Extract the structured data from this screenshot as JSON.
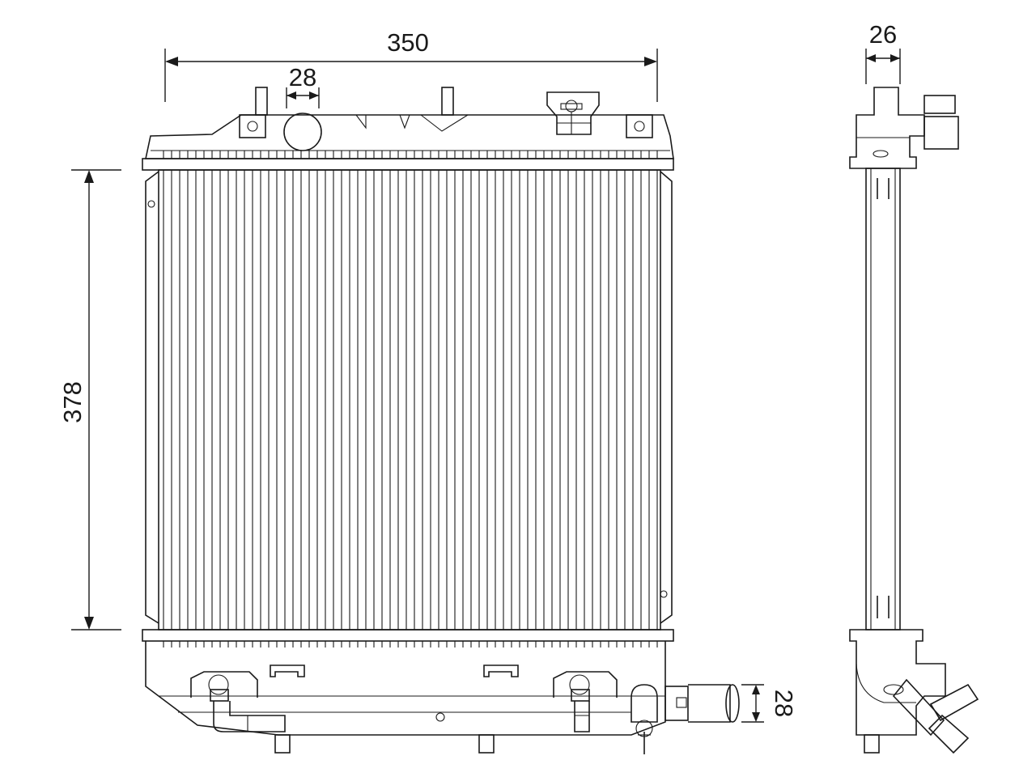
{
  "dimensions": {
    "overall_width": "350",
    "filler_neck_diameter": "28",
    "overall_height": "378",
    "core_depth": "26",
    "outlet_diameter": "28"
  },
  "colors": {
    "line": "#1a1a1a",
    "background": "#ffffff"
  },
  "core": {
    "tube_count": 62
  }
}
